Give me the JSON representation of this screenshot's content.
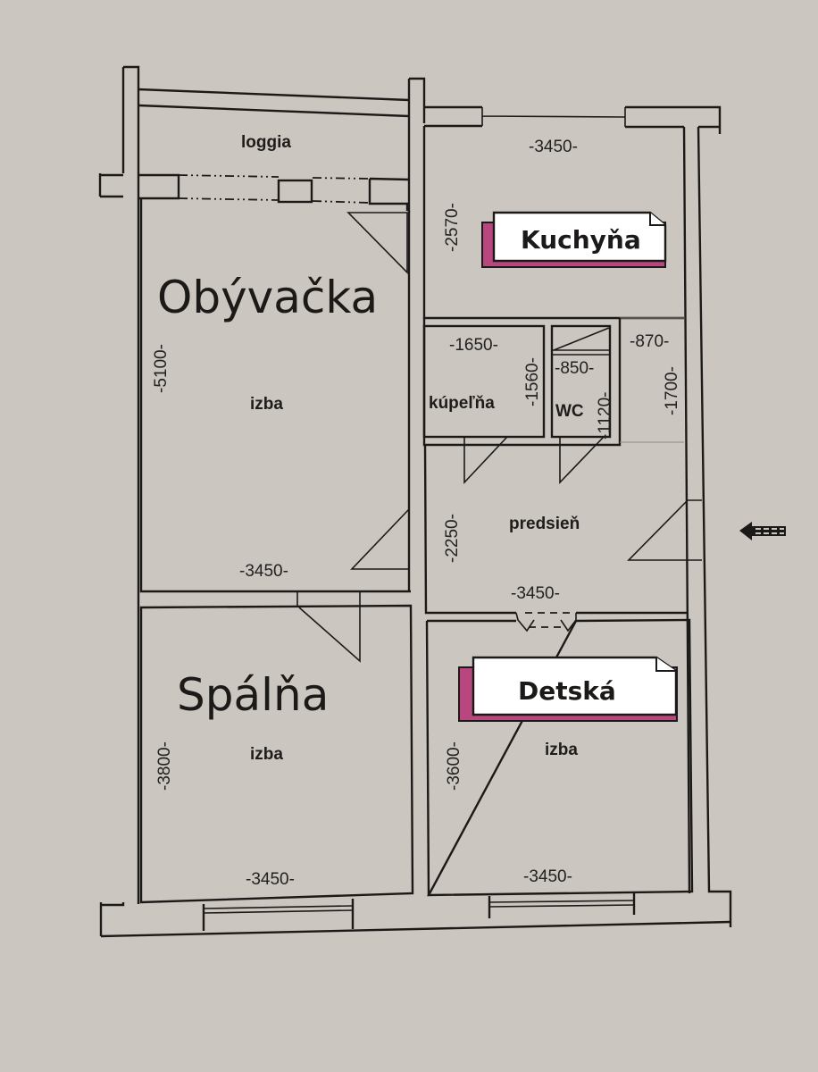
{
  "plan": {
    "background": "#cbc6bf",
    "accent_color": "#b8467f",
    "big_labels": {
      "living_room": "Obývačka",
      "bedroom": "Spálňa"
    },
    "tags": {
      "kitchen": "Kuchyňa",
      "kids_room": "Detská"
    },
    "rooms": {
      "loggia": {
        "label": "loggia"
      },
      "living": {
        "label": "izba",
        "width": "-3450-",
        "depth": "-5100-"
      },
      "kitchen": {
        "width": "-3450-",
        "depth": "-2570-"
      },
      "bathroom": {
        "label": "kúpeľňa",
        "width": "-1650-",
        "depth": "-1560-"
      },
      "wc": {
        "label": "WC",
        "width": "-850-",
        "depth": "-1120-"
      },
      "closet": {
        "width": "-870-",
        "depth": "-1700-"
      },
      "hallway": {
        "label": "predsieň",
        "width": "-3450-",
        "depth": "-2250-"
      },
      "bedroom": {
        "label": "izba",
        "width": "-3450-",
        "depth": "-3800-"
      },
      "kids": {
        "label": "izba",
        "width": "-3450-",
        "depth": "-3600-"
      }
    },
    "entrance_arrow_icon": "arrow-left-icon"
  }
}
